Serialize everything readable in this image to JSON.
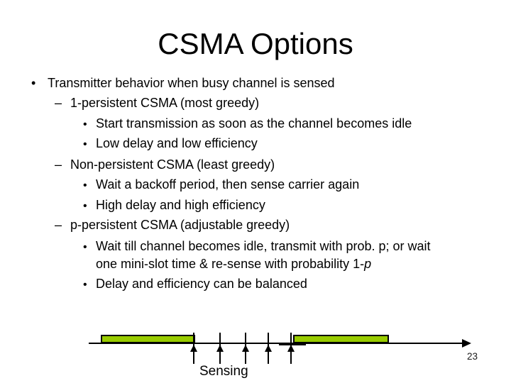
{
  "title": "CSMA Options",
  "bullets": {
    "lines": [
      {
        "level": 1,
        "bullet": "•",
        "text": "Transmitter behavior when busy channel is sensed"
      },
      {
        "level": 2,
        "bullet": "–",
        "text": "1-persistent CSMA (most greedy)"
      },
      {
        "level": 3,
        "bullet": "•",
        "text": "Start transmission as soon as the channel becomes idle"
      },
      {
        "level": 3,
        "bullet": "•",
        "text": "Low delay and low efficiency"
      },
      {
        "level": 2,
        "bullet": "–",
        "text": "Non-persistent CSMA (least greedy)"
      },
      {
        "level": 3,
        "bullet": "•",
        "text": "Wait a backoff period, then sense carrier again"
      },
      {
        "level": 3,
        "bullet": "•",
        "text": "High delay and high efficiency"
      },
      {
        "level": 2,
        "bullet": "–",
        "text": "p-persistent CSMA (adjustable greedy)"
      },
      {
        "level": 3,
        "bullet": "•",
        "text": "Wait till channel becomes idle, transmit with prob. p; or wait"
      },
      {
        "level": 0,
        "bullet": "",
        "text": "one mini-slot time & re-sense with probability 1-",
        "italic_suffix": "p"
      },
      {
        "level": 3,
        "bullet": "•",
        "text": "Delay and efficiency can be balanced"
      }
    ]
  },
  "diagram": {
    "label": "Sensing",
    "busy_bar_color": "#99cc00",
    "line_color": "#000000",
    "busy_period_count": 2,
    "sensing_attempt_count": 5
  },
  "slide_number": "23"
}
